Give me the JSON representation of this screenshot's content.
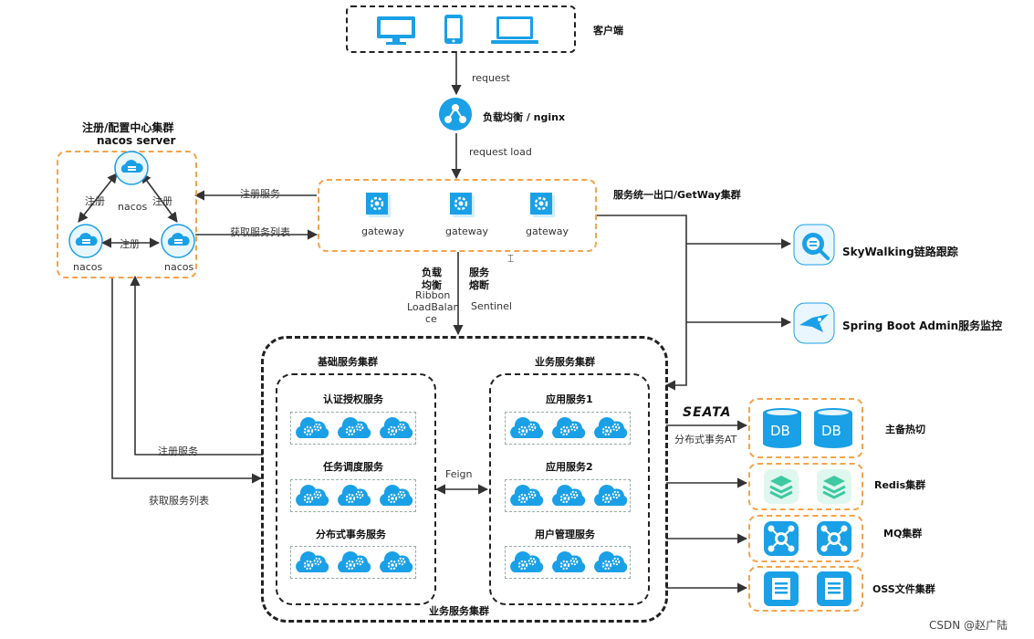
{
  "client": {
    "label": "客户端"
  },
  "edges": {
    "request": "request",
    "request_load": "request load",
    "register_service_1": "注册服务",
    "get_service_list_1": "获取服务列表",
    "register_service_2": "注册服务",
    "get_service_list_2": "获取服务列表",
    "register_a": "注册",
    "register_b": "注册",
    "register_c": "注册",
    "lb_line1": "负载",
    "lb_line2": "均衡",
    "lb_ribbon1": "Ribbon",
    "lb_ribbon2": "LoadBalan",
    "lb_ribbon3": "ce",
    "fuse_line1": "服务",
    "fuse_line2": "熔断",
    "fuse_sentinel": "Sentinel",
    "feign": "Feign",
    "seata_logo": "SEATA",
    "seata_desc": "分布式事务AT"
  },
  "load_balancer": {
    "label": "负载均衡 / nginx"
  },
  "nacos_cluster": {
    "title_line1": "注册/配置中心集群",
    "title_line2": "nacos server",
    "nodes": [
      "nacos",
      "nacos",
      "nacos"
    ]
  },
  "gateway_cluster": {
    "label": "服务统一出口/GetWay集群",
    "nodes": [
      "gateway",
      "gateway",
      "gateway"
    ]
  },
  "monitoring": {
    "skywalking": "SkyWalking链路跟踪",
    "spring_boot_admin": "Spring Boot Admin服务监控"
  },
  "services": {
    "outer_label": "业务服务集群",
    "basic": {
      "title": "基础服务集群",
      "groups": [
        "认证授权服务",
        "任务调度服务",
        "分布式事务服务"
      ]
    },
    "business": {
      "title": "业务服务集群",
      "groups": [
        "应用服务1",
        "应用服务2",
        "用户管理服务"
      ]
    }
  },
  "infrastructure": {
    "db": {
      "label": "主备热切",
      "icon_text": "DB"
    },
    "redis": {
      "label": "Redis集群"
    },
    "mq": {
      "label": "MQ集群"
    },
    "oss": {
      "label": "OSS文件集群"
    }
  },
  "watermark": "CSDN @赵广陆",
  "colors": {
    "accent": "#1aa0e6",
    "orange": "#f5a34a",
    "redis": "#3ec9a0"
  }
}
